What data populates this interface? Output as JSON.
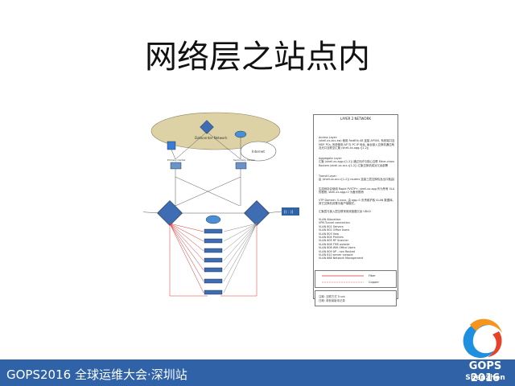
{
  "slide": {
    "title": "网络层之站点内",
    "footer": "GOPS2016 全球运维大会·深圳站",
    "logo_text": "GOPS 2016",
    "logo_city": "Shenzhen"
  },
  "diagram": {
    "datacenter_label": "Datacenter Network",
    "internet_label": "Internet",
    "primary_center": "Primary Center",
    "secondary_center": "Secondary Center",
    "fiber_label": "Fiber",
    "copper_label": "Copper",
    "left_device": "[( : )]",
    "right_device": "[( : )]"
  },
  "legend": {
    "title": "LAYER 2 NETWORK",
    "access_heading": "Access Layer:",
    "access_lines": [
      "(shell-xx-acc-sw) 使用 FastEth-48 连接 AP300, 系统端口连接",
      "MDF PCs, 系统使用 AP 与 PC IP 地址, 每台接入交换机通过两个千",
      "兆光口互联至汇聚 (shell-xx-agg-r[1-2])"
    ],
    "aggregate_heading": "Aggregate Layer:",
    "aggregate_lines": [
      "汇聚 (shell-xx-agg-r[1-2]) 通过光纤与核心互联 Ether-channel",
      "Routers (shell-xx-acc-r[1-2]) 汇聚交换机成对冗余部署"
    ],
    "transit_heading": "Transit Layer:",
    "transit_lines": [
      "由 (shell-xx-acc-r[1-2]) routers 连接三层交换机及出口路由器。"
    ],
    "stp_lines": [
      "生成树协议使用 Rapid PVSTP+, shell-xx-agg 作为所有 VLAN",
      "的根桥, shell-xx-agg-r2 为备份根桥"
    ],
    "vtp_lines": [
      "VTP Domain: 0-xxxx, 由 agg-r1 负责维护各 VLAN 数据库。",
      "其它交换机设置为客户端模式。"
    ],
    "extra_line": "汇聚层与接入层互联采用双链路冗余 UDLD",
    "vlan_heading": "VLAN Allocation:",
    "vlan_items": [
      "VPN Tunnel connection",
      "VLAN 801 Servers",
      "VLAN 802 Office Users",
      "VLAN 803 Voip",
      "VLAN 804 Printers",
      "VLAN 805 RF Scanner",
      "VLAN 806 TMS outside",
      "VLAN 808 Wifi Office Users",
      "VLAN 809 AP - non Routed",
      "VLAN 810 server console",
      "VLAN 888 Network Management"
    ],
    "note_lines": [
      "注释: 互联方式 Trunk",
      "日期: 请参阅版本记录"
    ]
  }
}
